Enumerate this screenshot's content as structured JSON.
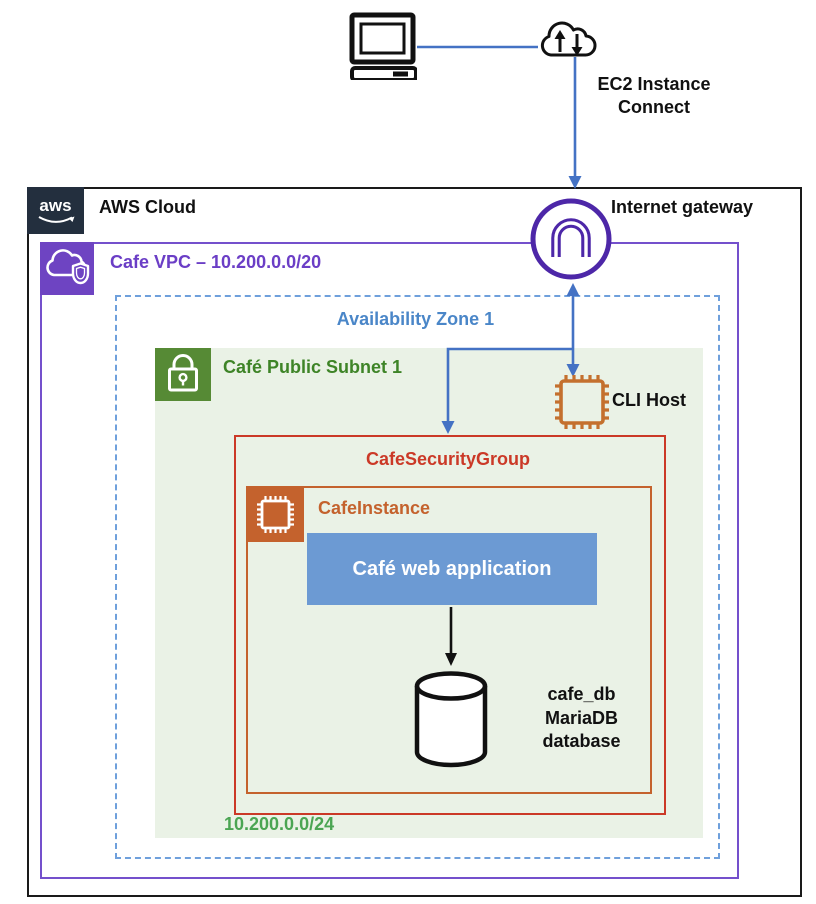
{
  "external": {
    "ec2_line1": "EC2 Instance",
    "ec2_line2": "Connect"
  },
  "aws_cloud": {
    "logo_text": "aws",
    "title": "AWS Cloud"
  },
  "internet_gateway": {
    "label": "Internet gateway"
  },
  "vpc": {
    "title": "Cafe VPC – 10.200.0.0/20"
  },
  "availability_zone": {
    "title": "Availability Zone 1"
  },
  "subnet": {
    "title": "Café Public Subnet 1",
    "cidr": "10.200.0.0/24"
  },
  "cli_host": {
    "label": "CLI Host"
  },
  "security_group": {
    "title": "CafeSecurityGroup"
  },
  "cafe_instance": {
    "title": "CafeInstance"
  },
  "web_app": {
    "label": "Café web application"
  },
  "database": {
    "line1": "cafe_db",
    "line2": "MariaDB",
    "line3": "database"
  },
  "colors": {
    "aws_navy": "#232F3E",
    "vpc_purple_border": "#7450CC",
    "vpc_purple_text": "#6B3EC6",
    "gateway_purple": "#4D27A8",
    "az_blue": "#4A86C8",
    "az_dash_blue": "#6FA0DC",
    "subnet_green": "#568A35",
    "subnet_title_green": "#3E8427",
    "cidr_green": "#4BA553",
    "subnet_fill": "#EAF2E6",
    "security_red": "#CB3927",
    "instance_orange": "#C4622D",
    "app_blue": "#6C9AD3",
    "arrow_blue": "#4472C4"
  }
}
